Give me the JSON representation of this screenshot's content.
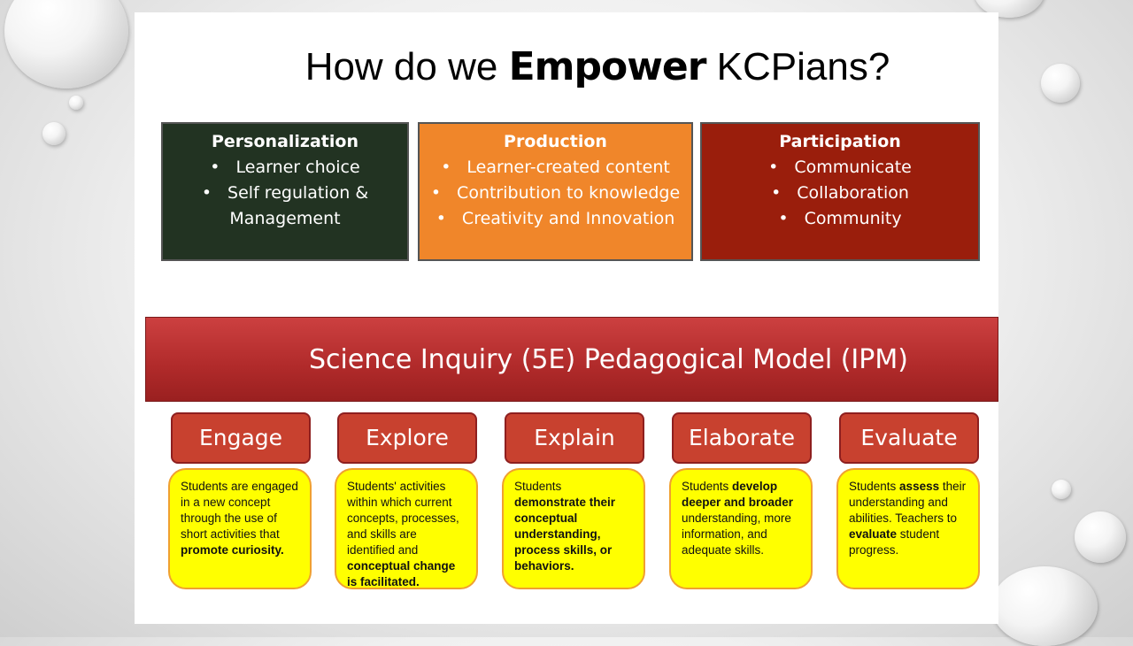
{
  "title": {
    "pre": "How do we ",
    "bold": "Empower",
    "post": " KCPians?"
  },
  "pillars": [
    {
      "heading": "Personalization",
      "items": [
        "Learner choice",
        "Self regulation & Management"
      ],
      "color": "#223322"
    },
    {
      "heading": "Production",
      "items": [
        "Learner-created content",
        "Contribution to knowledge",
        "Creativity and Innovation"
      ],
      "color": "#f0862a"
    },
    {
      "heading": "Participation",
      "items": [
        "Communicate",
        "Collaboration",
        "Community"
      ],
      "color": "#9a1e0c"
    }
  ],
  "model_title": "Science Inquiry (5E) Pedagogical Model (IPM)",
  "phases": [
    {
      "name": "Engage",
      "desc": [
        {
          "t": "Students are engaged in a new concept through the use of short activities that "
        },
        {
          "t": "promote curiosity.",
          "b": true
        }
      ]
    },
    {
      "name": "Explore",
      "desc": [
        {
          "t": "Students' activities within which current concepts, processes, and skills are identified and "
        },
        {
          "t": "conceptual change is facilitated.",
          "b": true
        }
      ]
    },
    {
      "name": "Explain",
      "desc": [
        {
          "t": "Students "
        },
        {
          "t": "demonstrate their conceptual understanding, process skills, or behaviors.",
          "b": true
        }
      ]
    },
    {
      "name": "Elaborate",
      "desc": [
        {
          "t": "Students "
        },
        {
          "t": "develop deeper and broader",
          "b": true
        },
        {
          "t": " understanding, more information, and adequate skills."
        }
      ]
    },
    {
      "name": "Evaluate",
      "desc": [
        {
          "t": "Students "
        },
        {
          "t": "assess",
          "b": true
        },
        {
          "t": " their understanding and abilities. Teachers to "
        },
        {
          "t": "evaluate",
          "b": true
        },
        {
          "t": " student progress."
        }
      ]
    }
  ]
}
